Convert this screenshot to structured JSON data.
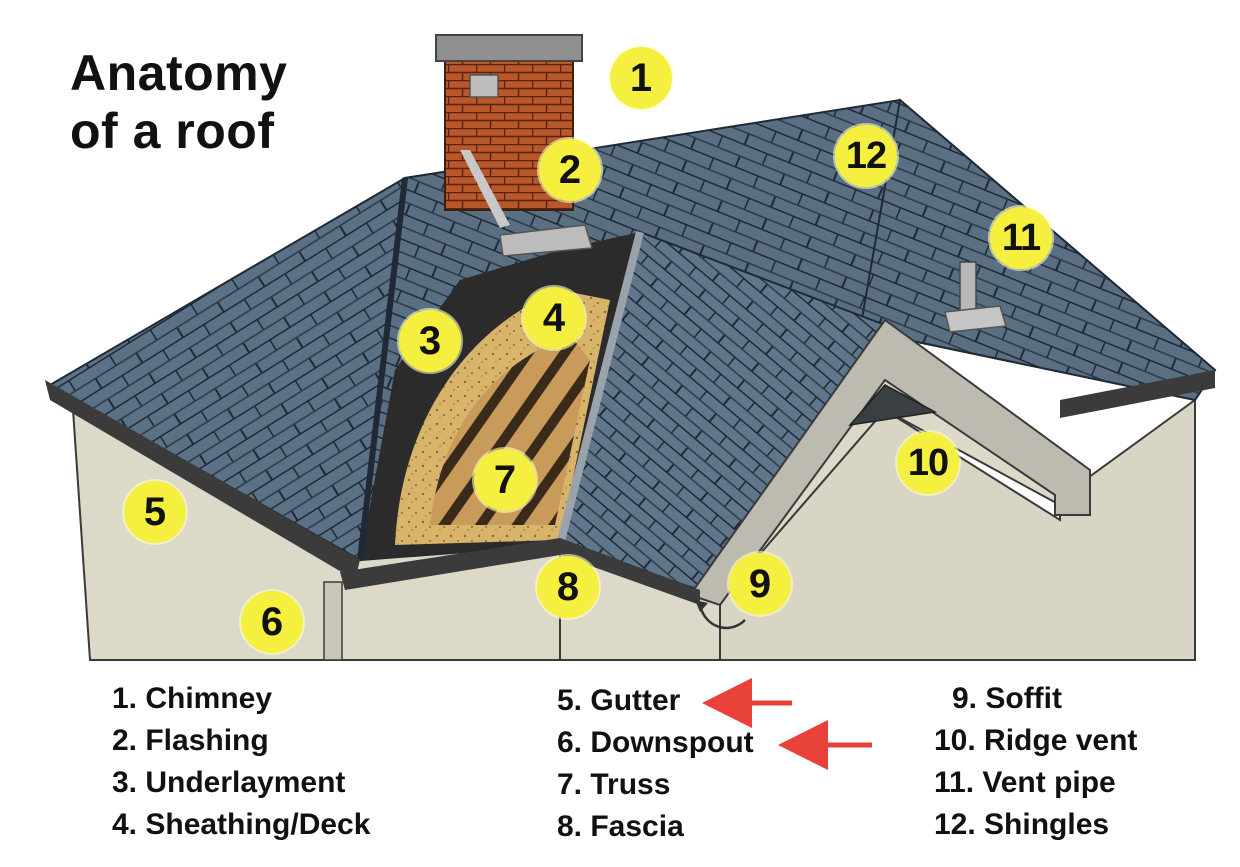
{
  "title": {
    "line1": "Anatomy",
    "line2": "of a roof"
  },
  "markers": [
    "1",
    "2",
    "3",
    "4",
    "5",
    "6",
    "7",
    "8",
    "9",
    "10",
    "11",
    "12"
  ],
  "legend": {
    "col1": [
      "1. Chimney",
      "2. Flashing",
      "3. Underlayment",
      "4. Sheathing/Deck"
    ],
    "col2": [
      "5. Gutter",
      "6. Downspout",
      "7. Truss",
      "8. Fascia"
    ],
    "col3": [
      "9. Soffit",
      "10. Ridge vent",
      "11. Vent pipe",
      "12. Shingles"
    ]
  },
  "colors": {
    "marker": "#f5ef3f",
    "shingle": "#5b7185",
    "wall": "#dcd9c9",
    "brick": "#b8572a",
    "sheathing": "#d8b36a",
    "underlayment": "#2b2b2b",
    "arrow": "#e8413a"
  }
}
